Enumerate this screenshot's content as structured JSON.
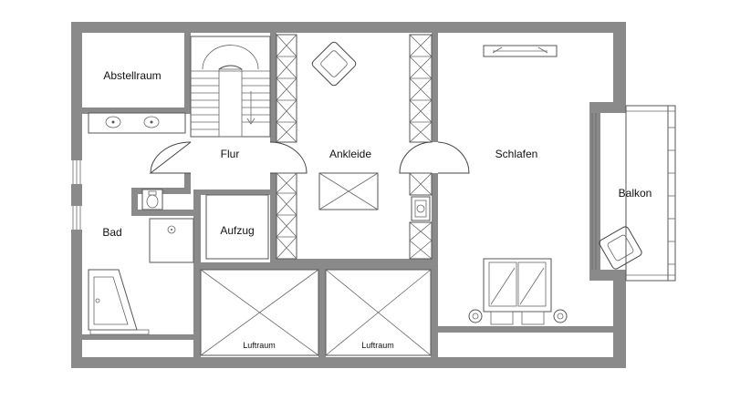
{
  "rooms": {
    "abstellraum": "Abstellraum",
    "flur": "Flur",
    "ankleide": "Ankleide",
    "schlafen": "Schlafen",
    "bad": "Bad",
    "aufzug": "Aufzug",
    "balkon": "Balkon",
    "luftraum_left": "Luftraum",
    "luftraum_right": "Luftraum"
  },
  "colors": {
    "wall": "#8a8a8a",
    "line": "#444444",
    "background": "#ffffff"
  }
}
